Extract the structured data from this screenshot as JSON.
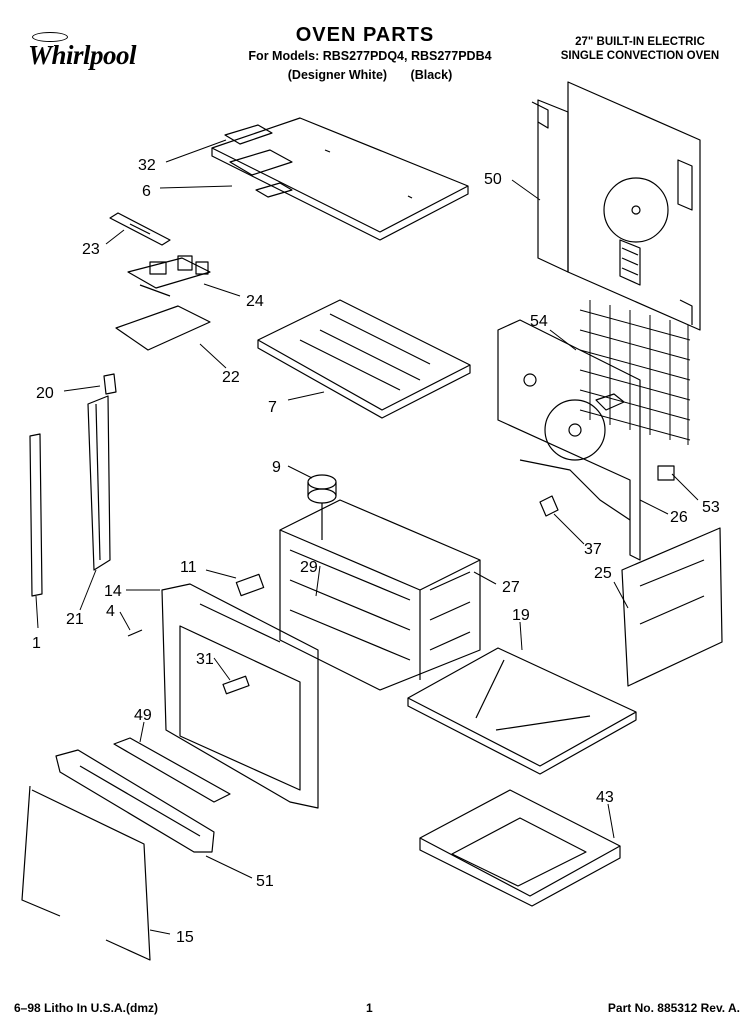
{
  "header": {
    "brand": "Whirlpool",
    "title": "OVEN PARTS",
    "models_line": "For Models: RBS277PDQ4, RBS277PDB4",
    "color_1": "(Designer White)",
    "color_2": "(Black)",
    "product_line_1": "27\" BUILT-IN ELECTRIC",
    "product_line_2": "SINGLE CONVECTION OVEN"
  },
  "callouts": {
    "c32": "32",
    "c6": "6",
    "c50": "50",
    "c23": "23",
    "c24": "24",
    "c22": "22",
    "c7": "7",
    "c54": "54",
    "c20": "20",
    "c9": "9",
    "c53": "53",
    "c26": "26",
    "c37": "37",
    "c11": "11",
    "c29": "29",
    "c27": "27",
    "c25": "25",
    "c14": "14",
    "c4": "4",
    "c21": "21",
    "c1": "1",
    "c19": "19",
    "c31": "31",
    "c49": "49",
    "c43": "43",
    "c51": "51",
    "c15": "15"
  },
  "footer": {
    "litho": "6–98 Litho In U.S.A.(dmz)",
    "page": "1",
    "part_no": "Part No. 885312 Rev. A."
  }
}
